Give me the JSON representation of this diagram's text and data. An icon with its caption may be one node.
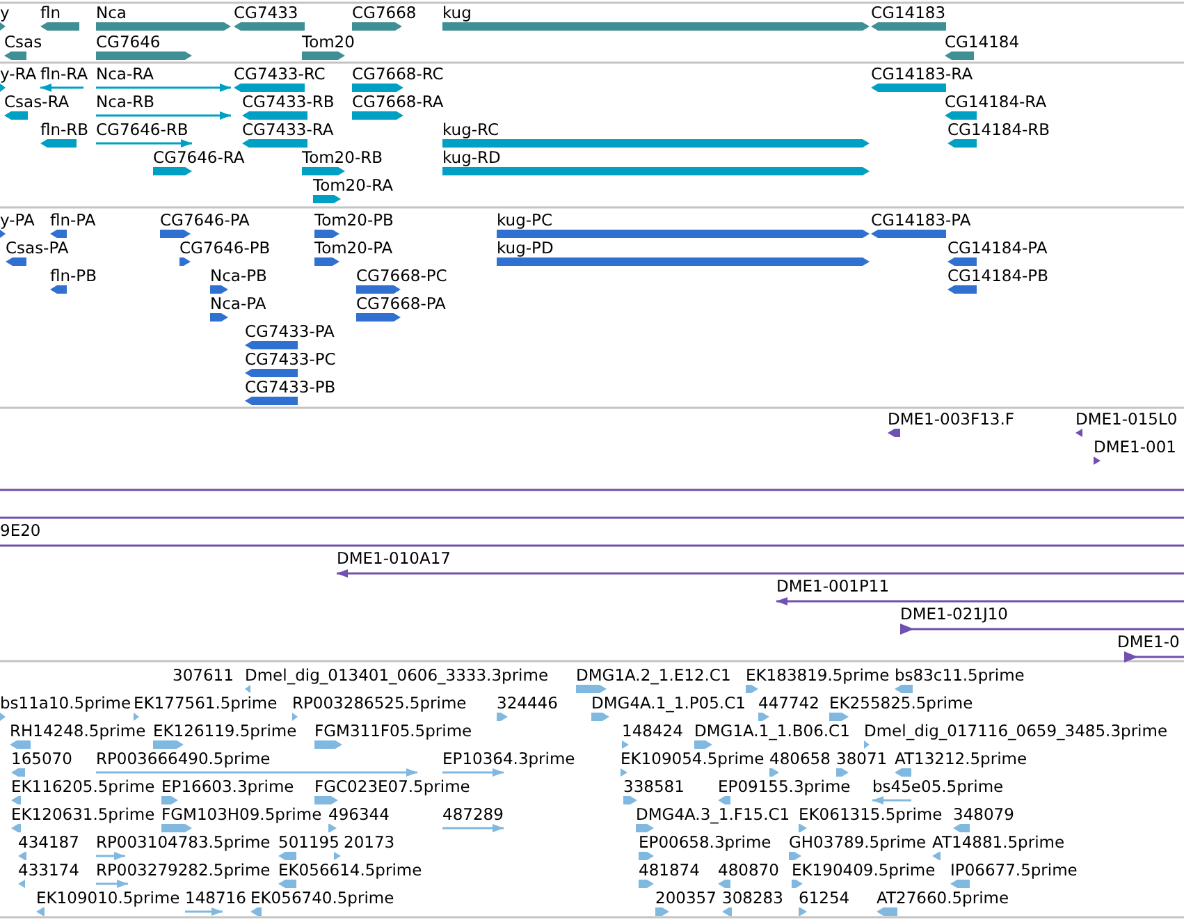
{
  "diagram": {
    "labels": [
      "y",
      "fln",
      "Nca",
      "CG7433",
      "CG7668",
      "kug",
      "CG14183",
      "Csas",
      "CG7646",
      "Tom20",
      "CG14184",
      "y-RA",
      "fln-RA",
      "Nca-RA",
      "CG7433-RC",
      "CG7668-RC",
      "CG14183-RA",
      "Csas-RA",
      "Nca-RB",
      "CG7433-RB",
      "CG7668-RA",
      "CG14184-RA",
      "fln-RB",
      "CG7646-RB",
      "CG7433-RA",
      "kug-RC",
      "CG14184-RB",
      "CG7646-RA",
      "Tom20-RB",
      "kug-RD",
      "Tom20-RA",
      "y-PA",
      "fln-PA",
      "CG7646-PA",
      "Tom20-PB",
      "kug-PC",
      "CG14183-PA",
      "Csas-PA",
      "CG7646-PB",
      "Tom20-PA",
      "kug-PD",
      "CG14184-PA",
      "fln-PB",
      "Nca-PB",
      "CG7668-PC",
      "CG14184-PB",
      "Nca-PA",
      "CG7668-PA",
      "CG7433-PA",
      "CG7433-PC",
      "CG7433-PB",
      "DME1-003F13.F",
      "DME1-015L0",
      "DME1-001",
      "9E20",
      "DME1-010A17",
      "DME1-001P11",
      "DME1-021J10",
      "DME1-0",
      "307611",
      "Dmel_dig_013401_0606_3333.3prime",
      "DMG1A.2_1.E12.C1",
      "EK183819.5prime",
      "bs83c11.5prime",
      "bs11a10.5prime",
      "EK177561.5prime",
      "RP003286525.5prime",
      "324446",
      "DMG4A.1_1.P05.C1",
      "447742",
      "EK255825.5prime",
      "RH14248.5prime",
      "EK126119.5prime",
      "FGM311F05.5prime",
      "148424",
      "DMG1A.1_1.B06.C1",
      "Dmel_dig_017116_0659_3485.3prime",
      "165070",
      "RP003666490.5prime",
      "EP10364.3prime",
      "EK109054.5prime",
      "480658",
      "38071",
      "AT13212.5prime",
      "EK116205.5prime",
      "EP16603.3prime",
      "FGC023E07.5prime",
      "338581",
      "EP09155.3prime",
      "bs45e05.5prime",
      "EK120631.5prime",
      "FGM103H09.5prime",
      "496344",
      "487289",
      "DMG4A.3_1.F15.C1",
      "EK061315.5prime",
      "348079",
      "434187",
      "RP003104783.5prime",
      "501195",
      "20173",
      "EP00658.3prime",
      "GH03789.5prime",
      "AT14881.5prime",
      "433174",
      "RP003279282.5prime",
      "EK056614.5prime",
      "481874",
      "480870",
      "EK190409.5prime",
      "IP06677.5prime",
      "EK109010.5prime",
      "148716",
      "EK056740.5prime",
      "200357",
      "308283",
      "61254",
      "AT27660.5prime"
    ]
  }
}
